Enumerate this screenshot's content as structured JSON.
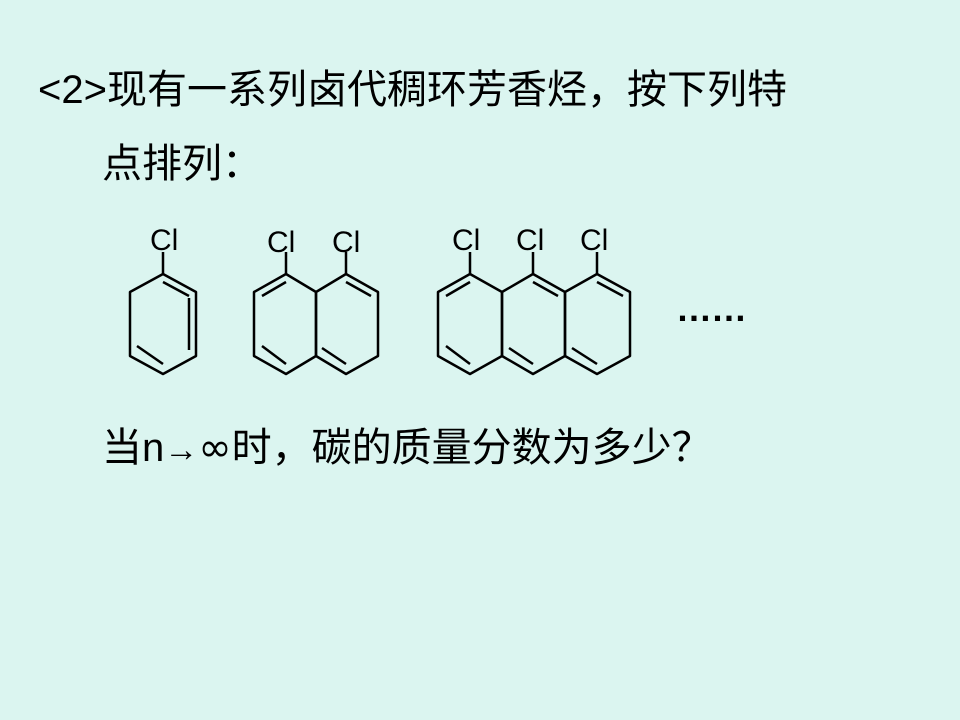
{
  "question": {
    "number": "<2>",
    "line1": "现有一系列卤代稠环芳香烃，按下列特",
    "line2": "点排列：",
    "line3_prefix": "当",
    "line3_var": "n",
    "line3_arrow": "→",
    "line3_suffix": "∞时，碳的质量分数为多少？"
  },
  "structures": {
    "substituent_label": "Cl",
    "molecules": [
      "chlorobenzene",
      "dichloronaphthalene",
      "trichloroanthracene"
    ],
    "ellipsis": "……"
  }
}
